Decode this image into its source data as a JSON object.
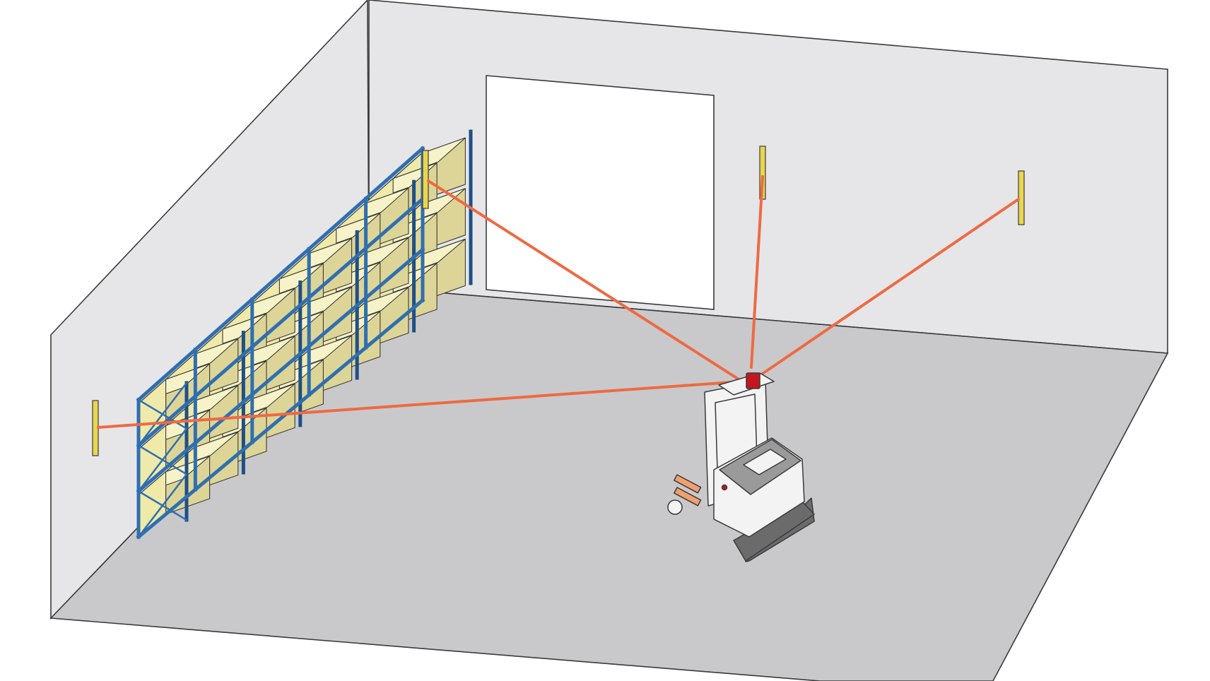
{
  "colors": {
    "background": "#ffffff",
    "wall": "#e6e6e8",
    "floor": "#c9c9cb",
    "door": "#ffffff",
    "outline": "#3a3a3a",
    "rack": "#2f6fb0",
    "rack_dark": "#1f4f86",
    "box_top": "#f7f3c8",
    "box_front": "#efe9aa",
    "box_side": "#ddd597",
    "reflector": "#e8d64f",
    "laser_beam": "#ee6a43",
    "scanner_head": "#c4161c",
    "vehicle_body": "#f3f3f3",
    "vehicle_cover": "#9a9a9a",
    "vehicle_base": "#6b6b6b",
    "forks": "#f0a070"
  },
  "scene": {
    "reflector_count": 4,
    "laser_beam_count": 4,
    "rack_bays": 5,
    "rack_levels": 3
  }
}
